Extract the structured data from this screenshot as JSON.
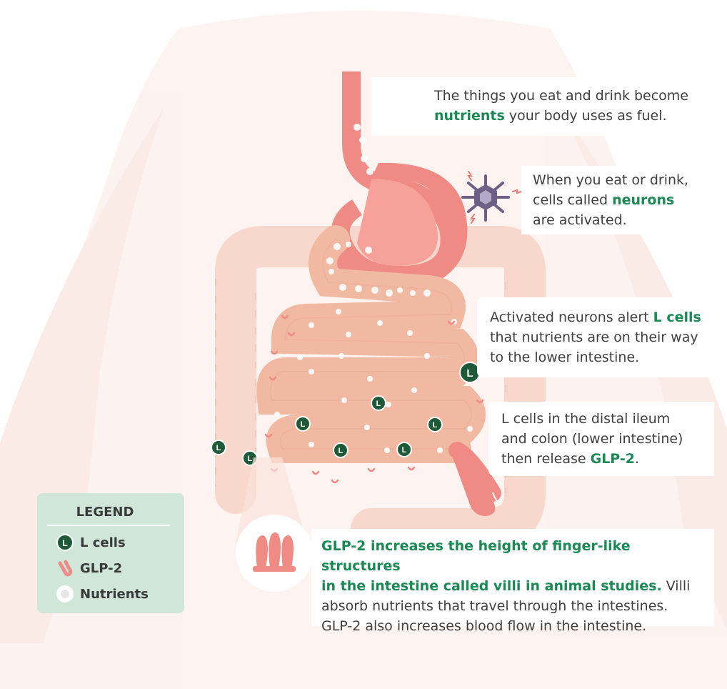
{
  "callouts": {
    "nutrients": {
      "pre": "The things you eat and drink become ",
      "highlight": "nutrients",
      "post": " your body uses as fuel."
    },
    "neurons": {
      "line1": "When you eat or drink,",
      "pre": "cells called ",
      "highlight": "neurons",
      "line3": "are activated."
    },
    "lcells": {
      "pre": "Activated neurons alert ",
      "highlight": "L cells",
      "line2": "that nutrients are on their way",
      "line3": "to the lower intestine."
    },
    "release": {
      "line1": "L cells in the distal ileum",
      "line2": "and colon (lower intestine)",
      "pre": "then release ",
      "highlight": "GLP-2",
      "post": "."
    },
    "villi": {
      "highlight1": "GLP-2 increases the height of finger-like structures",
      "highlight2": "in the intestine called villi in animal studies.",
      "post2": " Villi",
      "line3": "absorb nutrients that travel through the intestines.",
      "line4": "GLP-2 also increases blood flow in the intestine."
    }
  },
  "legend": {
    "title": "LEGEND",
    "items": [
      {
        "label": "L cells",
        "icon": "l-cell-icon"
      },
      {
        "label": "GLP-2",
        "icon": "glp2-icon"
      },
      {
        "label": "Nutrients",
        "icon": "nutrient-icon"
      }
    ]
  },
  "l_cell_marker": "L",
  "colors": {
    "green": "#1a8a55",
    "dark_green": "#1f5a38",
    "stomach": "#f08a84",
    "intestine": "#f2b9a2",
    "colon": "#f8d8cc",
    "legend_bg": "#cfe6d9",
    "body_bg": "#fbe9e4"
  }
}
